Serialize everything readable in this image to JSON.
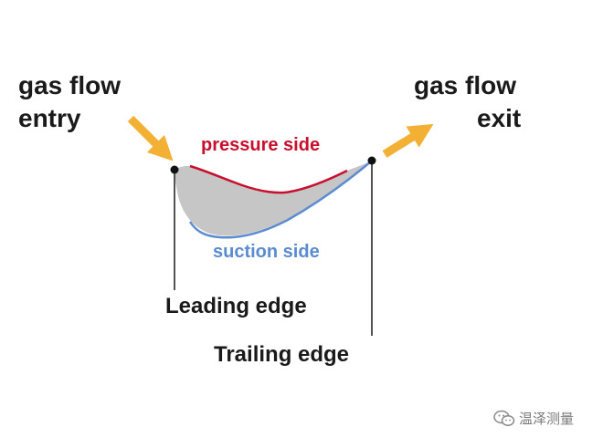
{
  "labels": {
    "entry_line1": "gas flow",
    "entry_line2": "entry",
    "exit_line1": "gas flow",
    "exit_line2": "exit",
    "pressure_side": "pressure side",
    "suction_side": "suction side",
    "leading_edge": "Leading edge",
    "trailing_edge": "Trailing edge"
  },
  "watermark": {
    "text": "温泽测量",
    "icon": "wechat-icon"
  },
  "colors": {
    "pressure_side": "#c8102e",
    "suction_side": "#5b8bd0",
    "blade_fill": "#c6c6c6",
    "arrow": "#f2b134",
    "text": "#1a1a1a"
  }
}
